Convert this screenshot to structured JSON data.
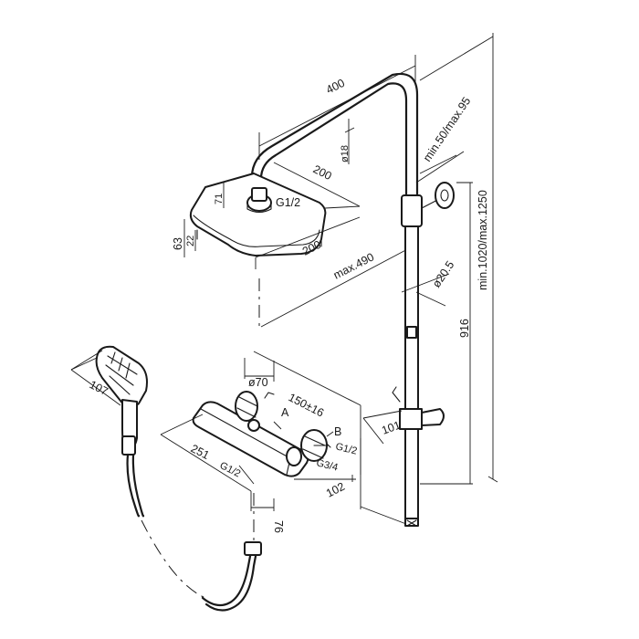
{
  "labels": {
    "arm_length": "400",
    "arm_diameter": "ø18",
    "head_depth": "200",
    "head_width": "200",
    "head_thread": "G1/2",
    "head_connector": "71",
    "head_thickness": "22",
    "head_height": "63",
    "head_reach": "max.490",
    "wall_distance": "min.50/max.95",
    "rail_diameter": "ø20.5",
    "total_height": "min.1020/max.1250",
    "rail_height": "916",
    "bracket": "101",
    "handshower_width": "107",
    "handle_diameter": "ø70",
    "center_distance": "150±16",
    "outlet_a": "A",
    "outlet_b": "B",
    "thread_b": "G1/2",
    "thread_inlet": "G3/4",
    "mixer_length": "251",
    "thread_bottom": "G1/2",
    "mixer_depth": "102",
    "bottom_offset": "76"
  }
}
